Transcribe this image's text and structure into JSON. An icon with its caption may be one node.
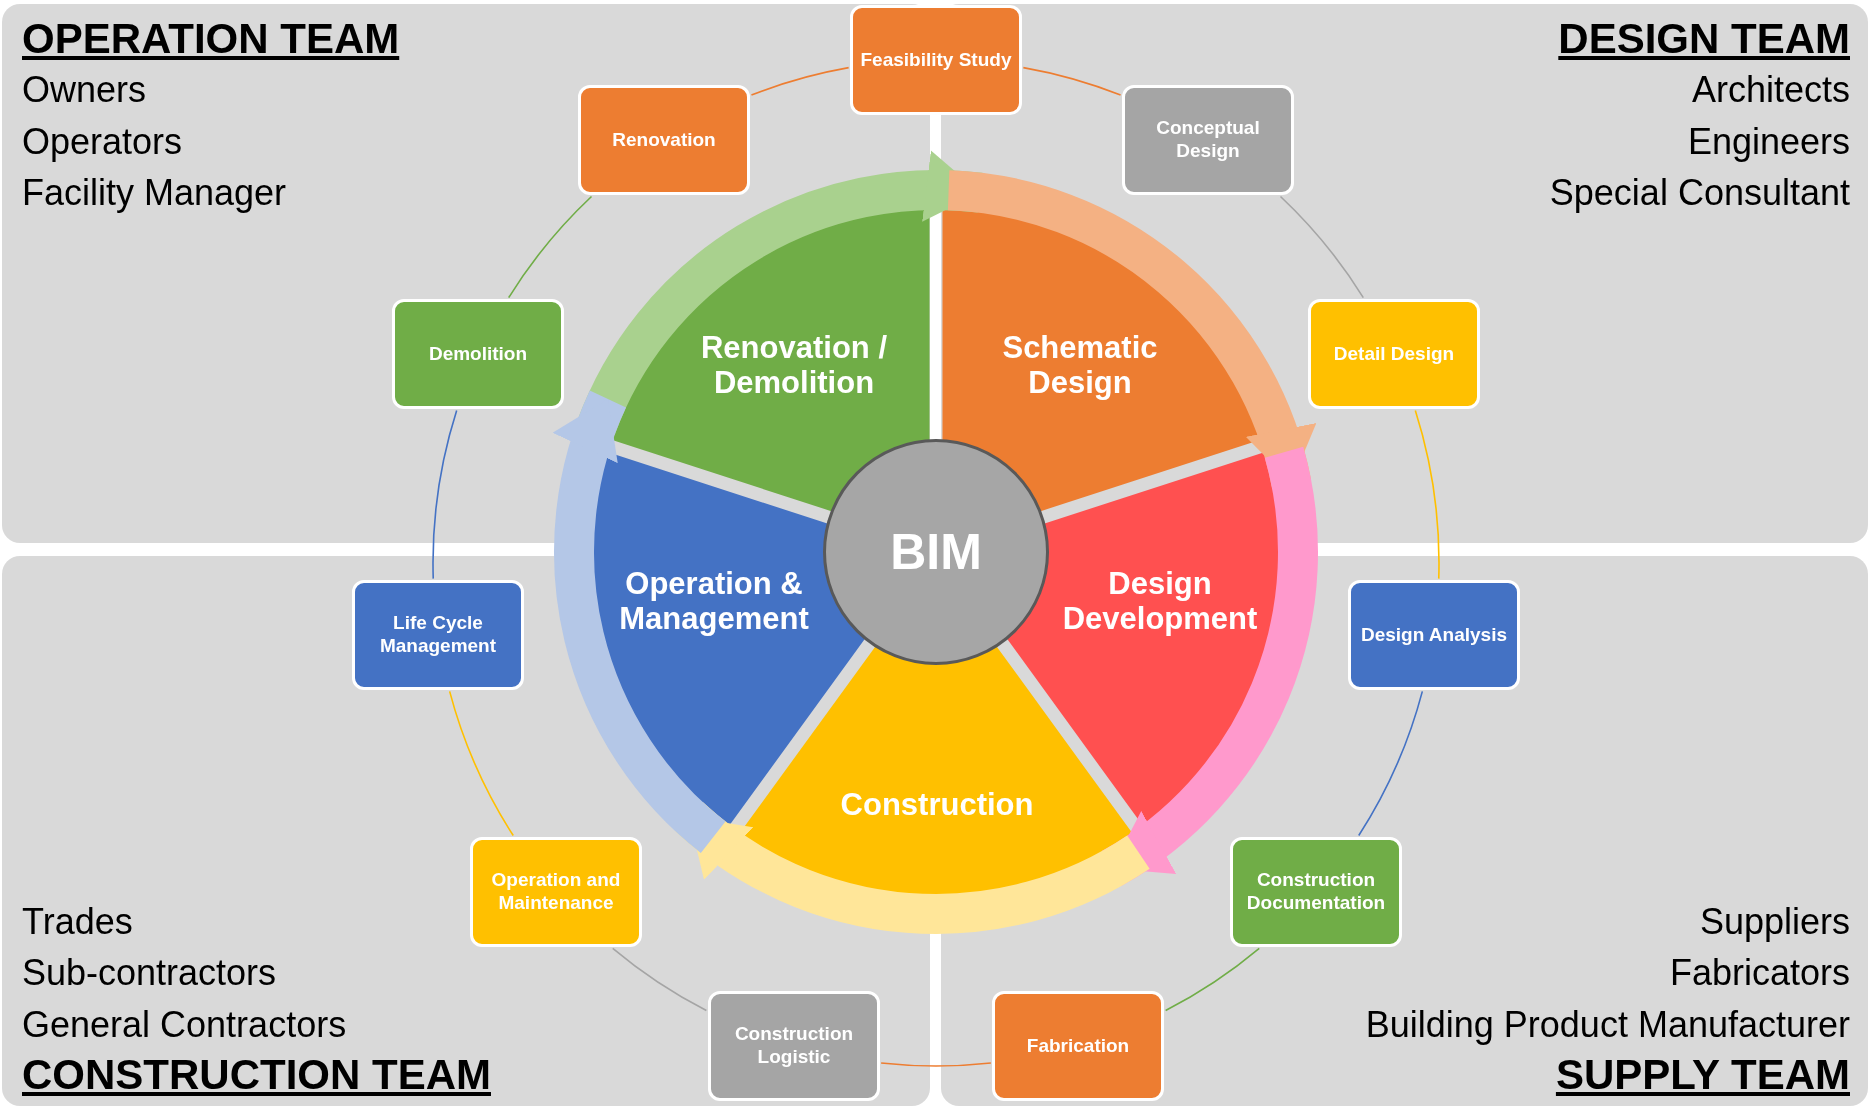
{
  "diagram": {
    "nodes": [
      {
        "text": [
          "OPERATION TEAM",
          "Owners",
          "Operators",
          "Facility Manager"
        ]
      },
      {
        "text": [
          "DESIGN TEAM",
          "Architects",
          "Engineers",
          "Special Consultant"
        ]
      },
      {
        "text": [
          "Trades",
          "Sub-contractors",
          "General Contractors",
          "CONSTRUCTION TEAM"
        ]
      },
      {
        "text": [
          "Suppliers",
          "Fabricators",
          "Building Product Manufacturer",
          "SUPPLY TEAM"
        ]
      },
      {
        "text": [
          "Renovation / Demolition"
        ],
        "in": 0
      },
      {
        "text": [
          "Schematic Design"
        ],
        "in": 1
      },
      {
        "text": [
          "Design Development"
        ]
      },
      {
        "text": [
          "Construction"
        ]
      },
      {
        "text": [
          "Operation & Management"
        ]
      },
      {
        "text": [
          "BIM"
        ]
      },
      {
        "text": [
          "Feasibility Study"
        ]
      },
      {
        "text": [
          "Conceptual Design"
        ],
        "in": 1
      },
      {
        "text": [
          "Detail Design"
        ],
        "in": 1
      },
      {
        "text": [
          "Design Analysis"
        ],
        "in": 3
      },
      {
        "text": [
          "Construction Documentation"
        ],
        "in": 3
      },
      {
        "text": [
          "Fabrication"
        ],
        "in": 3
      },
      {
        "text": [
          "Construction Logistic"
        ],
        "in": 2
      },
      {
        "text": [
          "Operation and Maintenance"
        ],
        "in": 2
      },
      {
        "text": [
          "Life Cycle Management"
        ],
        "in": 2
      },
      {
        "text": [
          "Demolition"
        ],
        "in": 0
      },
      {
        "text": [
          "Renovation"
        ],
        "in": 0
      }
    ],
    "edges": [
      {
        "from": 4,
        "to": 5,
        "arrow": "to",
        "style": "thick",
        "color": "#a9d18e"
      },
      {
        "from": 5,
        "to": 6,
        "arrow": "to",
        "style": "thick",
        "color": "#f4b183"
      },
      {
        "from": 6,
        "to": 7,
        "arrow": "to",
        "style": "thick",
        "color": "#ff99cc"
      },
      {
        "from": 7,
        "to": 8,
        "arrow": "to",
        "style": "thick",
        "color": "#ffe699"
      },
      {
        "from": 8,
        "to": 4,
        "arrow": "to",
        "style": "thick",
        "color": "#b4c7e7"
      },
      {
        "from": 10,
        "to": 11,
        "arrow": "none",
        "color": "#ed7d31"
      },
      {
        "from": 11,
        "to": 12,
        "arrow": "none",
        "color": "#a5a5a5"
      },
      {
        "from": 12,
        "to": 13,
        "arrow": "none",
        "color": "#ffc000"
      },
      {
        "from": 13,
        "to": 14,
        "arrow": "none",
        "color": "#4472c4"
      },
      {
        "from": 14,
        "to": 15,
        "arrow": "none",
        "color": "#70ad47"
      },
      {
        "from": 15,
        "to": 16,
        "arrow": "none",
        "color": "#ed7d31"
      },
      {
        "from": 16,
        "to": 17,
        "arrow": "none",
        "color": "#a5a5a5"
      },
      {
        "from": 17,
        "to": 18,
        "arrow": "none",
        "color": "#ffc000"
      },
      {
        "from": 18,
        "to": 19,
        "arrow": "none",
        "color": "#4472c4"
      },
      {
        "from": 19,
        "to": 20,
        "arrow": "none",
        "color": "#70ad47"
      },
      {
        "from": 20,
        "to": 10,
        "arrow": "none",
        "color": "#ed7d31"
      }
    ]
  }
}
